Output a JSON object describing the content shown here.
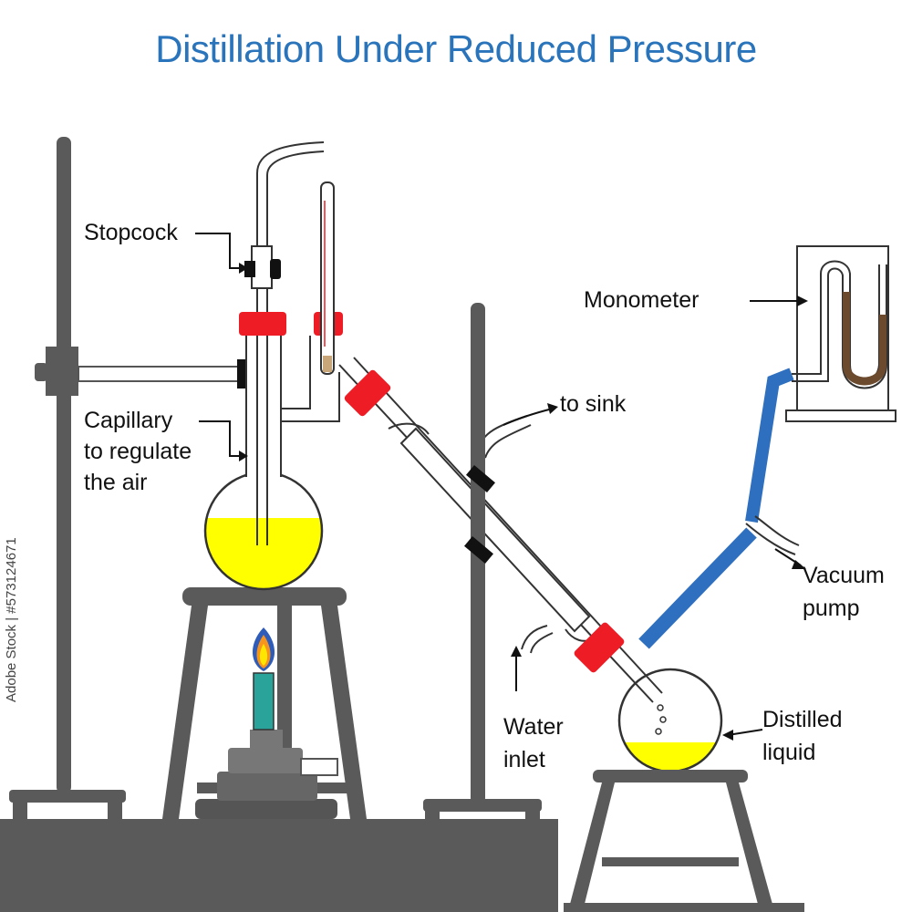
{
  "title": "Distillation Under Reduced Pressure",
  "labels": {
    "stopcock": "Stopcock",
    "capillary_line1": "Capillary",
    "capillary_line2": "to regulate",
    "capillary_line3": "the air",
    "monometer": "Monometer",
    "to_sink": "to sink",
    "vacuum_line1": "Vacuum",
    "vacuum_line2": "pump",
    "water_line1": "Water",
    "water_line2": "inlet",
    "distilled_line1": "Distilled",
    "distilled_line2": "liquid"
  },
  "watermark": {
    "stock_id": "573124671",
    "brand": "Adobe Stock"
  },
  "colors": {
    "title": "#2a74bb",
    "liquid": "#ffff00",
    "stopper": "#ee1c24",
    "vacuum_tubing": "#2e6fbf",
    "stand": "#5a5a5a",
    "burner": "#2aa39a",
    "mercury": "#6b4a2e"
  }
}
